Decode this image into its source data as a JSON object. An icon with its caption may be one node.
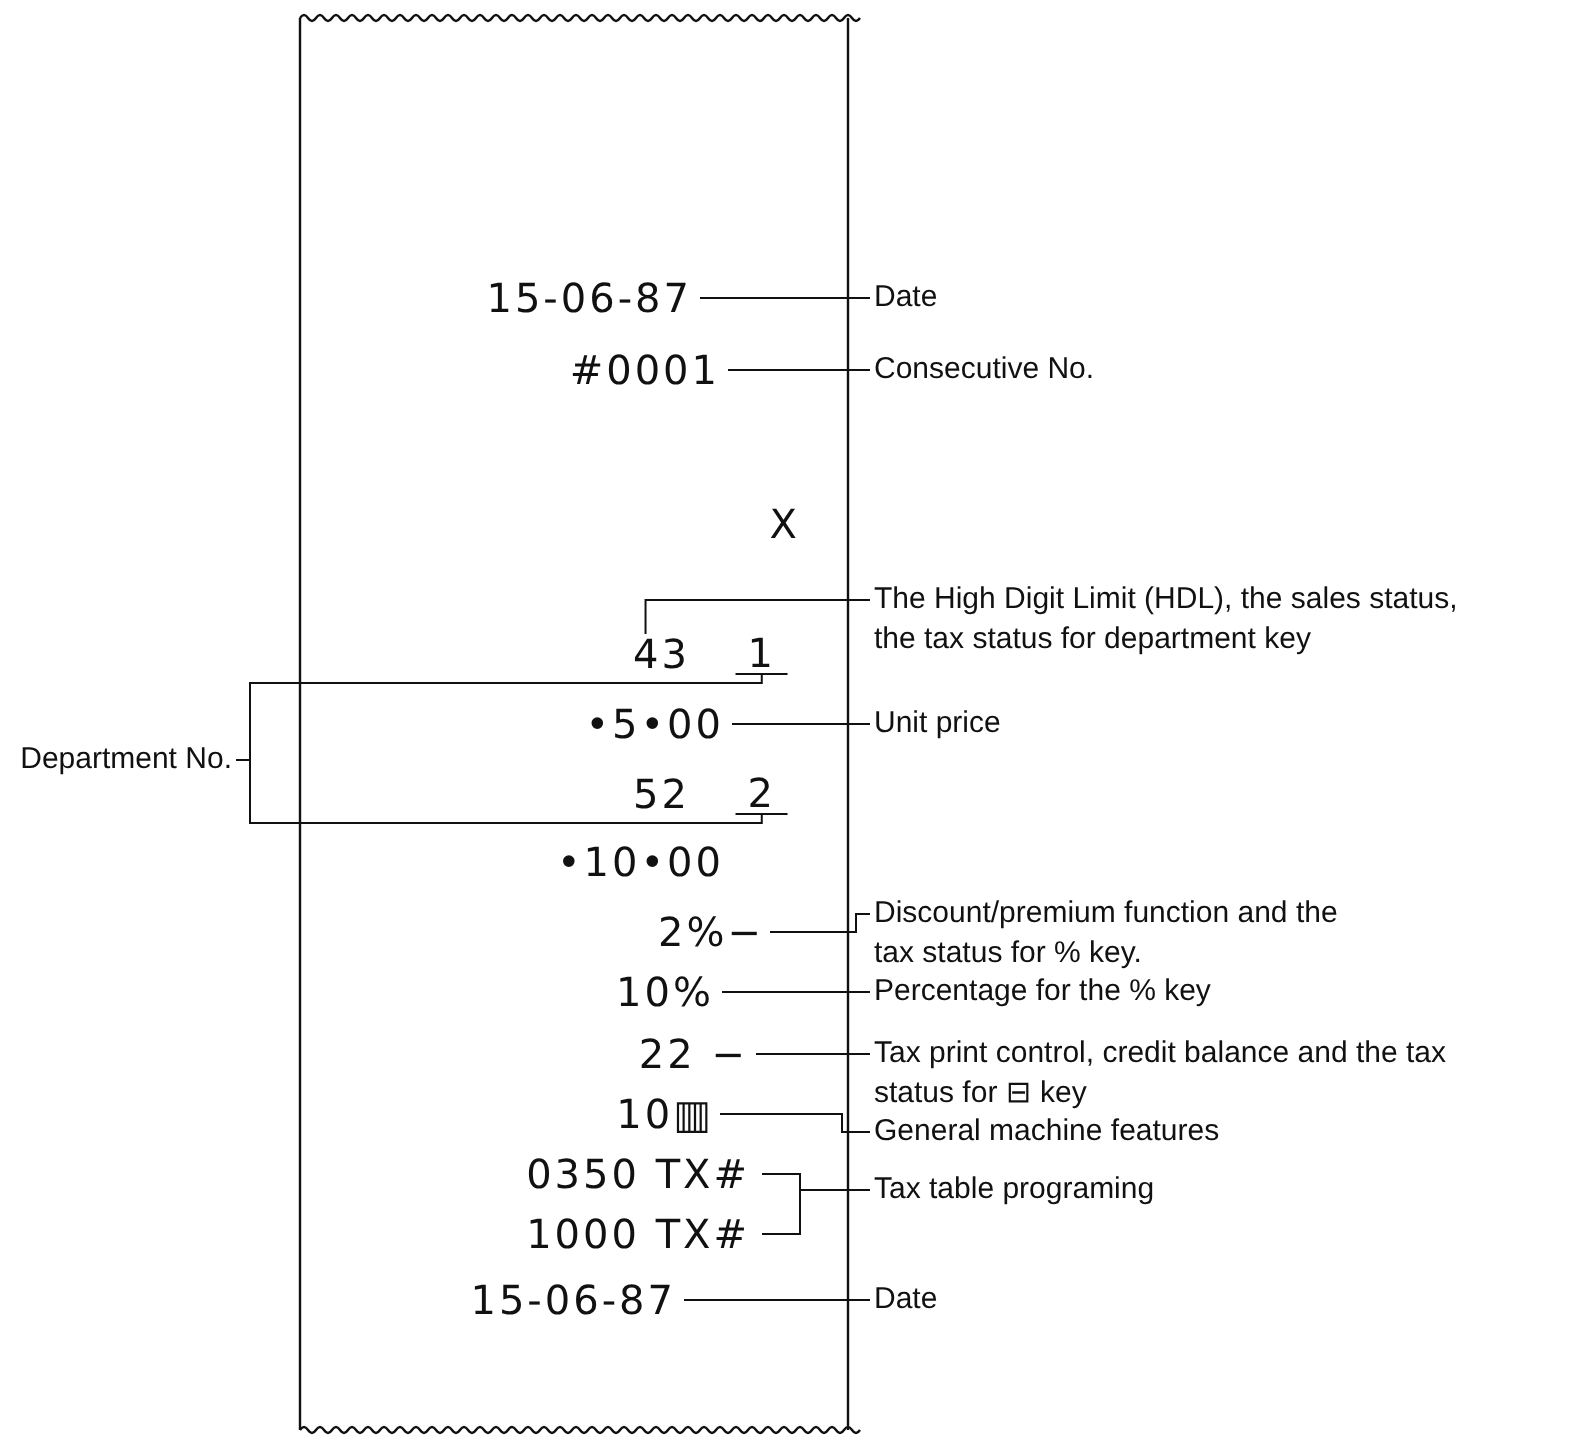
{
  "diagram": {
    "nodes": [
      {
        "text": [
          "15-06-87"
        ]
      },
      {
        "text": [
          "#0001"
        ]
      },
      {
        "text": [
          "X"
        ]
      },
      {
        "text": [
          "43"
        ]
      },
      {
        "text": [
          "1"
        ]
      },
      {
        "text": [
          "•5•00"
        ]
      },
      {
        "text": [
          "52"
        ]
      },
      {
        "text": [
          "2"
        ]
      },
      {
        "text": [
          "•10•00"
        ]
      },
      {
        "text": [
          "2%−"
        ]
      },
      {
        "text": [
          "10%"
        ]
      },
      {
        "text": [
          "22 −"
        ]
      },
      {
        "text": [
          "10▥"
        ]
      },
      {
        "text": [
          "0350 TX#"
        ]
      },
      {
        "text": [
          "1000 TX#"
        ]
      },
      {
        "text": [
          "15-06-87"
        ]
      },
      {
        "text": [
          "Date"
        ]
      },
      {
        "text": [
          "Consecutive No."
        ]
      },
      {
        "text": [
          "The High Digit Limit (HDL), the sales status, the tax status for department key"
        ]
      },
      {
        "text": [
          "Unit price"
        ]
      },
      {
        "text": [
          "Department No."
        ]
      },
      {
        "text": [
          "Discount/premium function and the tax status for % key."
        ]
      },
      {
        "text": [
          "Percentage for the % key"
        ]
      },
      {
        "text": [
          "Tax print control, credit balance and the tax status for ⊟ key"
        ]
      },
      {
        "text": [
          "General machine features"
        ]
      },
      {
        "text": [
          "Tax table programing"
        ]
      },
      {
        "text": [
          "Date"
        ]
      }
    ],
    "edges": [
      {
        "from": 0,
        "to": 16,
        "arrow": "none"
      },
      {
        "from": 1,
        "to": 17,
        "arrow": "none"
      },
      {
        "from": 3,
        "to": 18,
        "arrow": "none"
      },
      {
        "from": 5,
        "to": 19,
        "arrow": "none"
      },
      {
        "from": 20,
        "to": 4,
        "arrow": "none"
      },
      {
        "from": 20,
        "to": 7,
        "arrow": "none"
      },
      {
        "from": 9,
        "to": 21,
        "arrow": "none"
      },
      {
        "from": 10,
        "to": 22,
        "arrow": "none"
      },
      {
        "from": 11,
        "to": 23,
        "arrow": "none"
      },
      {
        "from": 12,
        "to": 24,
        "arrow": "none"
      },
      {
        "from": 13,
        "to": 25,
        "arrow": "none"
      },
      {
        "from": 14,
        "to": 25,
        "arrow": "none"
      },
      {
        "from": 15,
        "to": 26,
        "arrow": "none"
      }
    ]
  }
}
